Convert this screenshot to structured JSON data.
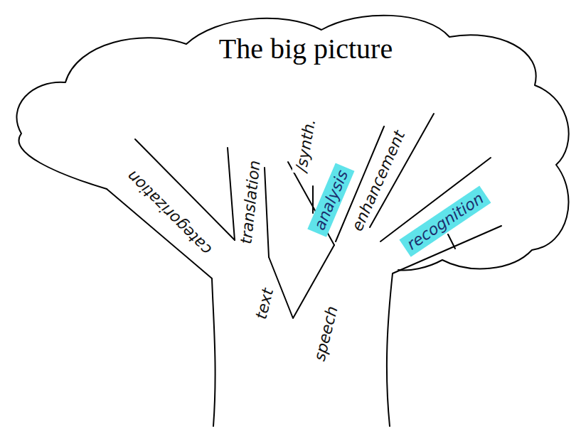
{
  "diagram": {
    "title": "The big picture",
    "labels": [
      "categorization",
      "translation",
      "/synth.",
      "analysis",
      "enhancement",
      "recognition",
      "text",
      "speech"
    ]
  }
}
